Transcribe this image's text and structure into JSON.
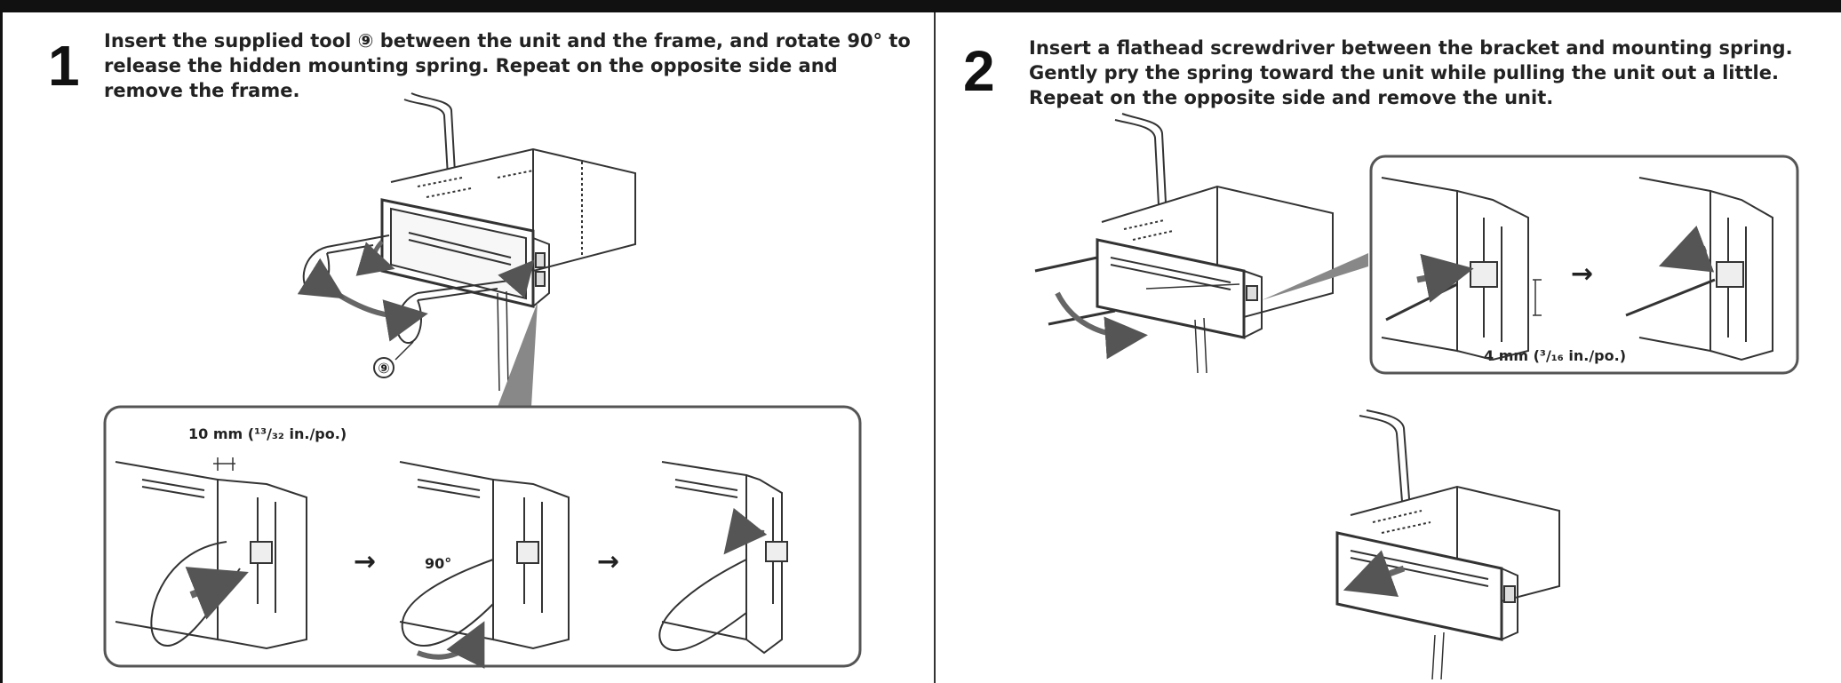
{
  "steps": [
    {
      "number": "1",
      "text": "Insert the supplied tool ⑨ between the unit and the frame, and rotate 90° to release the hidden mounting spring. Repeat on the opposite side and remove the frame.",
      "callout": "⑨",
      "inset": {
        "dimension_label": "10 mm (¹³/₃₂ in./po.)",
        "angle_label": "90°",
        "arrow_1": "→",
        "arrow_2": "→"
      }
    },
    {
      "number": "2",
      "text": "Insert a flathead screwdriver between the bracket and mounting spring. Gently pry the spring toward the unit while pulling the unit out a little. Repeat on the opposite side and remove the unit.",
      "inset": {
        "dimension_label": "4 mm (³/₁₆ in./po.)",
        "arrow": "→"
      }
    }
  ]
}
